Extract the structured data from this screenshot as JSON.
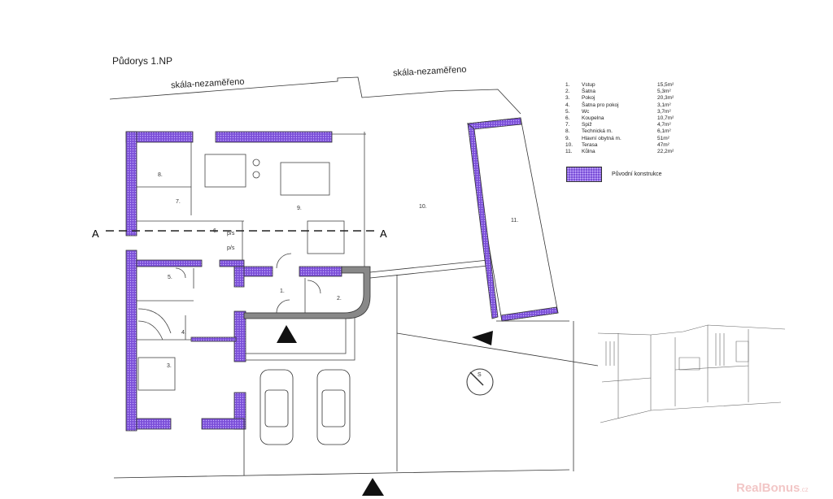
{
  "title": "Půdorys 1.NP",
  "annotations": {
    "rock_left": "skála-nezaměřeno",
    "rock_right": "skála-nezaměřeno",
    "section_mark": "A",
    "compass": "S",
    "shafts": "p/s"
  },
  "rooms": [
    {
      "no": "1.",
      "name": "Vstup",
      "area": "15,5m²"
    },
    {
      "no": "2.",
      "name": "Šatna",
      "area": "5,3m²"
    },
    {
      "no": "3.",
      "name": "Pokoj",
      "area": "20,3m²"
    },
    {
      "no": "4.",
      "name": "Šatna pro pokoj",
      "area": "3,1m²"
    },
    {
      "no": "5.",
      "name": "Wc",
      "area": "3,7m²"
    },
    {
      "no": "6.",
      "name": "Koupelna",
      "area": "10,7m²"
    },
    {
      "no": "7.",
      "name": "Spiž",
      "area": "4,7m²"
    },
    {
      "no": "8.",
      "name": "Technická m.",
      "area": "6,1m²"
    },
    {
      "no": "9.",
      "name": "Hlavní obytná m.",
      "area": "51m²"
    },
    {
      "no": "10.",
      "name": "Terasa",
      "area": "47m²"
    },
    {
      "no": "11.",
      "name": "Kůlna",
      "area": "22,2m²"
    }
  ],
  "legend": {
    "original_construction": "Původní konstrukce",
    "color": "#7b4fd8"
  },
  "watermark": {
    "main": "RealBonus",
    "suffix": ".cz"
  }
}
